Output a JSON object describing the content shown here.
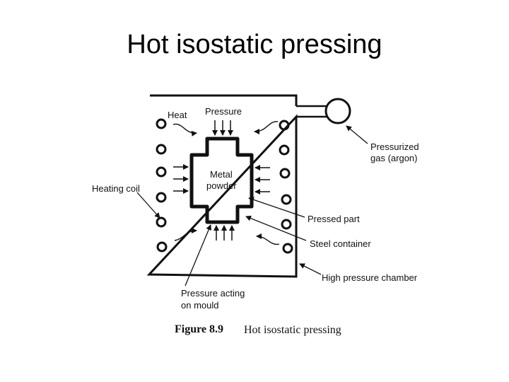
{
  "title": "Hot isostatic pressing",
  "diagram": {
    "labels": {
      "heat": "Heat",
      "pressure": "Pressure",
      "pressurized_gas_line1": "Pressurized",
      "pressurized_gas_line2": "gas (argon)",
      "metal_powder_line1": "Metal",
      "metal_powder_line2": "powder",
      "heating_coil": "Heating coil",
      "pressed_part": "Pressed part",
      "steel_container": "Steel container",
      "high_pressure_chamber": "High pressure chamber",
      "pressure_mould_line1": "Pressure acting",
      "pressure_mould_line2": "on mould"
    },
    "caption": {
      "figure_number": "Figure 8.9",
      "text": "Hot isostatic pressing"
    }
  }
}
